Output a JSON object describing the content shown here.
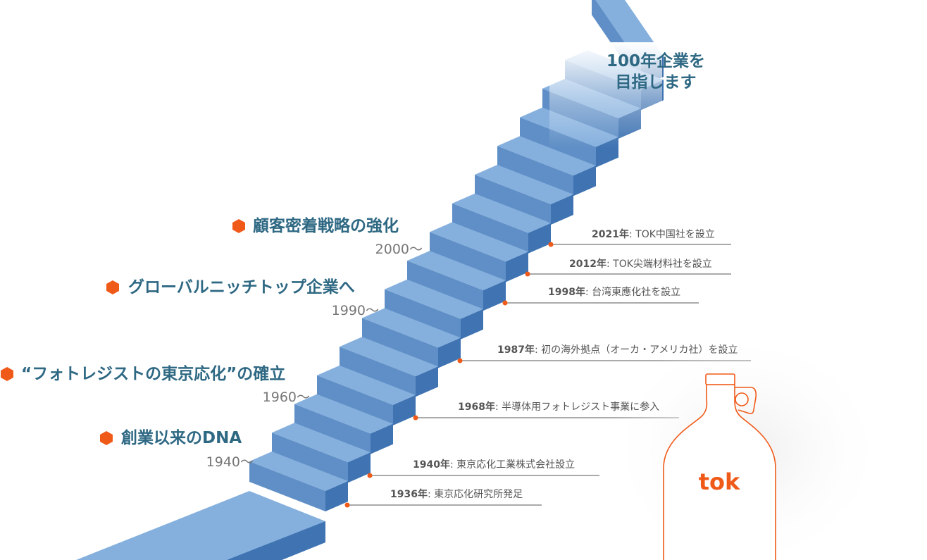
{
  "goal": {
    "line1": "100年企業を",
    "line2": "目指します"
  },
  "eras": [
    {
      "title": "顧客密着戦略の強化",
      "period": "2000～"
    },
    {
      "title": "グローバルニッチトップ企業へ",
      "period": "1990～"
    },
    {
      "title": "“フォトレジストの東京応化”の確立",
      "period": "1960～"
    },
    {
      "title": "創業以来のDNA",
      "period": "1940～"
    }
  ],
  "events": [
    {
      "year": "2021年",
      "sep": ":",
      "text": "TOK中国社を設立"
    },
    {
      "year": "2012年",
      "sep": ":",
      "text": "TOK尖端材料社を設立"
    },
    {
      "year": "1998年",
      "sep": ":",
      "text": "台湾東應化社を設立"
    },
    {
      "year": "1987年",
      "sep": ":",
      "text": "初の海外拠点（オーカ・アメリカ社）を設立"
    },
    {
      "year": "1968年",
      "sep": ":",
      "text": "半導体用フォトレジスト事業に参入"
    },
    {
      "year": "1940年",
      "sep": ":",
      "text": "東京応化工業株式会社設立"
    },
    {
      "year": "1936年",
      "sep": ":",
      "text": "東京応化研究所発足"
    }
  ],
  "logo": {
    "text": "tok"
  },
  "colors": {
    "title": "#2e6883",
    "accent": "#f05a19",
    "stair_top": "#85b0de",
    "stair_front": "#5f8fc6",
    "stair_side": "#3f73b2",
    "leader_line": "#555555"
  },
  "icons": {
    "era_marker": "hexagon-icon",
    "bottle": "bottle-icon"
  }
}
